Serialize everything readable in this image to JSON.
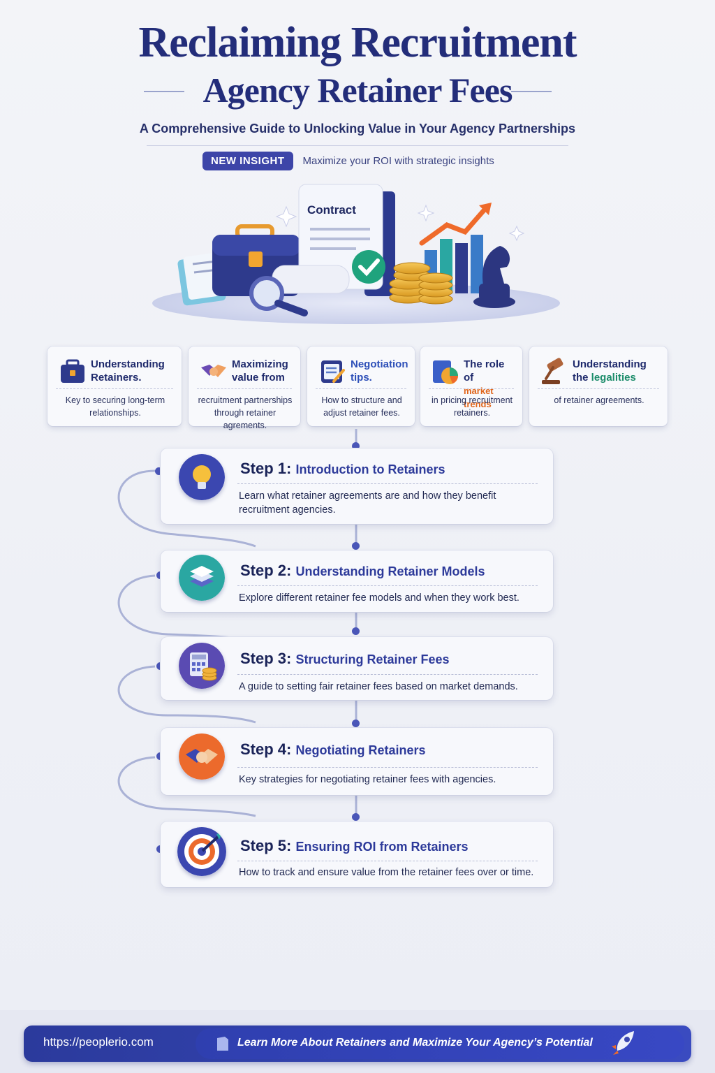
{
  "header": {
    "title_line1": "Reclaiming Recruitment",
    "title_line2": "Agency Retainer Fees",
    "subtitle": "A Comprehensive Guide to Unlocking Value in Your Agency Partnerships",
    "badge": "NEW INSIGHT",
    "badge_text": "Maximize your ROI with strategic insights"
  },
  "hero": {
    "contract_label": "Contract",
    "icons": [
      "briefcase-icon",
      "contract-icon",
      "check-icon",
      "coins-icon",
      "chart-icon",
      "chess-knight-icon",
      "magnifier-icon"
    ]
  },
  "cards": [
    {
      "title": "Understanding Retainers.",
      "desc": "Key to securing long-term relationships.",
      "icon": "briefcase-icon"
    },
    {
      "title": "Maximizing value from",
      "desc": "recruitment partnerships through retainer agrements.",
      "icon": "handshake-icon"
    },
    {
      "title": "Negotiation tips.",
      "desc": "How to structure and adjust retainer fees.",
      "icon": "clipboard-icon"
    },
    {
      "title": "The role of",
      "title_accent": "market trends",
      "desc": "in pricing recruitment retainers.",
      "icon": "pie-chart-icon"
    },
    {
      "title": "Understanding the",
      "title_accent": "legalities",
      "desc": "of retainer agreements.",
      "icon": "gavel-icon"
    }
  ],
  "steps": [
    {
      "num": "Step 1:",
      "title": "Introduction to Retainers",
      "desc": "Learn what retainer agreements are and how they benefit recruitment agencies.",
      "icon": "lightbulb-icon",
      "color": "#3b47b0"
    },
    {
      "num": "Step 2:",
      "title": "Understanding Retainer Models",
      "desc": "Explore different retainer fee models and when they work best.",
      "icon": "layers-icon",
      "color": "#2aa7a2"
    },
    {
      "num": "Step 3:",
      "title": "Structuring Retainer Fees",
      "desc": "A guide to setting fair retainer fees based on market demands.",
      "icon": "calculator-icon",
      "color": "#5a4bb2"
    },
    {
      "num": "Step 4:",
      "title": "Negotiating Retainers",
      "desc": "Key strategies for negotiating retainer fees with agencies.",
      "icon": "handshake-icon",
      "color": "#ec6a2c"
    },
    {
      "num": "Step 5:",
      "title": "Ensuring ROI from Retainers",
      "desc": "How to track and ensure value from the retainer fees over or time.",
      "icon": "target-icon",
      "color": "#3b47b0"
    }
  ],
  "footer": {
    "url": "https://peoplerio.com",
    "cta": "Learn More About Retainers and Maximize Your Agency’s Potential",
    "icon": "rocket-icon"
  }
}
